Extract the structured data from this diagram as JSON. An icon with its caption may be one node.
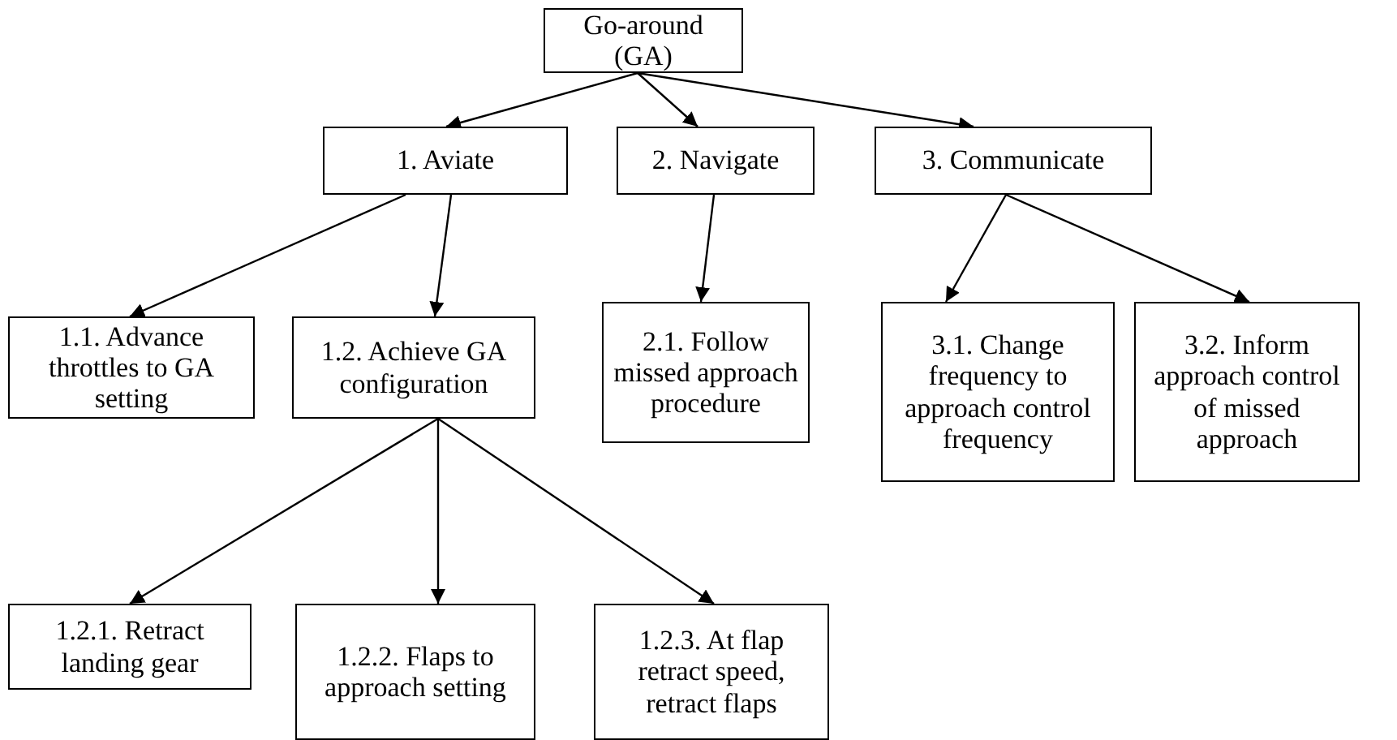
{
  "diagram": {
    "nodes": [
      {
        "text": [
          "Go-around (GA)"
        ]
      },
      {
        "text": [
          "1. Aviate"
        ]
      },
      {
        "text": [
          "2. Navigate"
        ]
      },
      {
        "text": [
          "3. Communicate"
        ]
      },
      {
        "text": [
          "1.1. Advance throttles to GA setting"
        ]
      },
      {
        "text": [
          "1.2. Achieve GA configuration"
        ]
      },
      {
        "text": [
          "2.1. Follow missed approach procedure"
        ]
      },
      {
        "text": [
          "3.1. Change frequency to approach control frequency"
        ]
      },
      {
        "text": [
          "3.2. Inform approach control of missed approach"
        ]
      },
      {
        "text": [
          "1.2.1. Retract landing gear"
        ]
      },
      {
        "text": [
          "1.2.2. Flaps to approach setting"
        ]
      },
      {
        "text": [
          "1.2.3. At flap retract speed, retract flaps"
        ]
      }
    ],
    "edges": [
      {
        "from": 0,
        "to": 1,
        "arrow": "to"
      },
      {
        "from": 0,
        "to": 2,
        "arrow": "to"
      },
      {
        "from": 0,
        "to": 3,
        "arrow": "to"
      },
      {
        "from": 1,
        "to": 4,
        "arrow": "to"
      },
      {
        "from": 1,
        "to": 5,
        "arrow": "to"
      },
      {
        "from": 2,
        "to": 6,
        "arrow": "to"
      },
      {
        "from": 3,
        "to": 7,
        "arrow": "to"
      },
      {
        "from": 3,
        "to": 8,
        "arrow": "to"
      },
      {
        "from": 5,
        "to": 9,
        "arrow": "to"
      },
      {
        "from": 5,
        "to": 10,
        "arrow": "to"
      },
      {
        "from": 5,
        "to": 11,
        "arrow": "to"
      }
    ]
  }
}
